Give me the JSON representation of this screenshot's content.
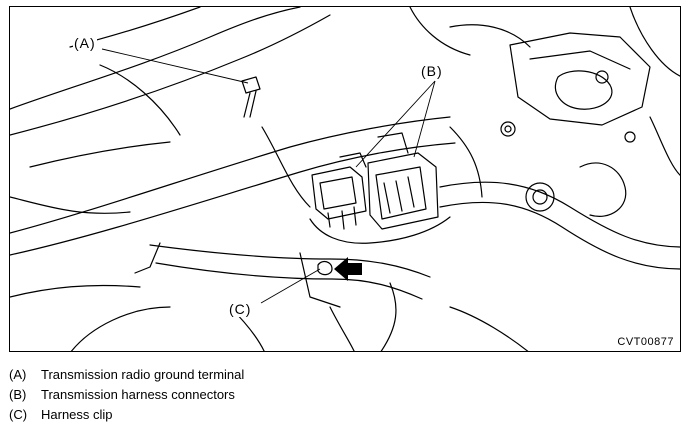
{
  "figure": {
    "callouts": {
      "a": "(A)",
      "b": "(B)",
      "c": "(C)"
    },
    "code": "CVT00877"
  },
  "legend": [
    {
      "key": "(A)",
      "text": "Transmission radio ground terminal"
    },
    {
      "key": "(B)",
      "text": "Transmission harness connectors"
    },
    {
      "key": "(C)",
      "text": "Harness clip"
    }
  ]
}
